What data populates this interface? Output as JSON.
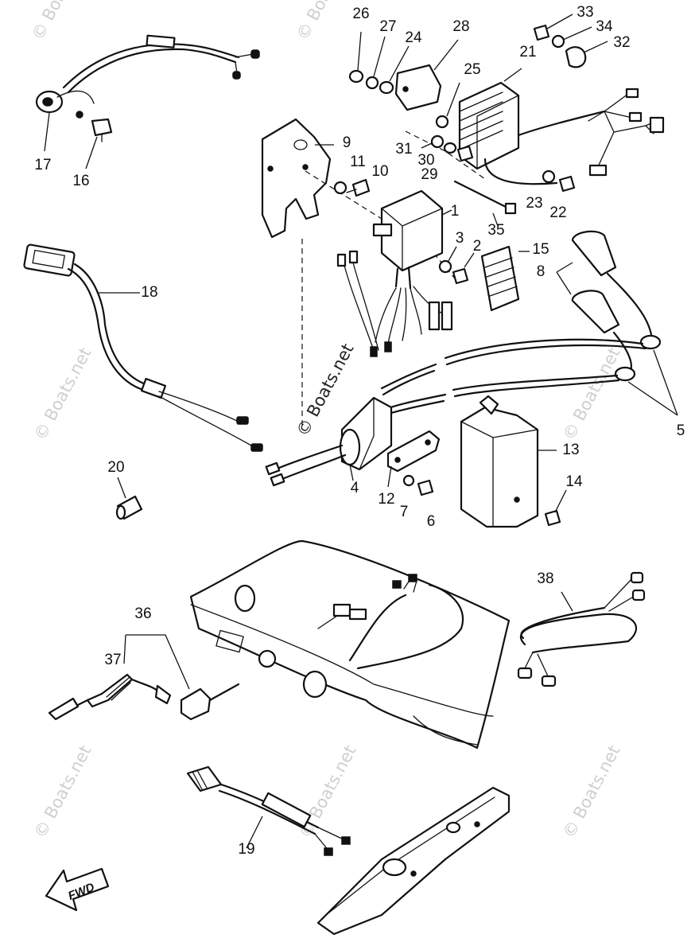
{
  "watermark": {
    "text": "© Boats.net",
    "color": "#cfcfcf"
  },
  "direction_badge": {
    "label": "FWD"
  },
  "callouts": [
    {
      "key": "c26",
      "label": "26"
    },
    {
      "key": "c27",
      "label": "27"
    },
    {
      "key": "c24",
      "label": "24"
    },
    {
      "key": "c28",
      "label": "28"
    },
    {
      "key": "c33",
      "label": "33"
    },
    {
      "key": "c34",
      "label": "34"
    },
    {
      "key": "c32",
      "label": "32"
    },
    {
      "key": "c21",
      "label": "21"
    },
    {
      "key": "c25",
      "label": "25"
    },
    {
      "key": "c9",
      "label": "9"
    },
    {
      "key": "c31",
      "label": "31"
    },
    {
      "key": "c30",
      "label": "30"
    },
    {
      "key": "c29",
      "label": "29"
    },
    {
      "key": "c11",
      "label": "11"
    },
    {
      "key": "c10",
      "label": "10"
    },
    {
      "key": "c1",
      "label": "1"
    },
    {
      "key": "c23",
      "label": "23"
    },
    {
      "key": "c22",
      "label": "22"
    },
    {
      "key": "c35",
      "label": "35"
    },
    {
      "key": "c3",
      "label": "3"
    },
    {
      "key": "c2",
      "label": "2"
    },
    {
      "key": "c15",
      "label": "15"
    },
    {
      "key": "c8",
      "label": "8"
    },
    {
      "key": "c17",
      "label": "17"
    },
    {
      "key": "c16",
      "label": "16"
    },
    {
      "key": "c18",
      "label": "18"
    },
    {
      "key": "c5",
      "label": "5"
    },
    {
      "key": "c13",
      "label": "13"
    },
    {
      "key": "c14",
      "label": "14"
    },
    {
      "key": "c20",
      "label": "20"
    },
    {
      "key": "c4",
      "label": "4"
    },
    {
      "key": "c12",
      "label": "12"
    },
    {
      "key": "c7",
      "label": "7"
    },
    {
      "key": "c6",
      "label": "6"
    },
    {
      "key": "c36",
      "label": "36"
    },
    {
      "key": "c37",
      "label": "37"
    },
    {
      "key": "c38",
      "label": "38"
    },
    {
      "key": "c19",
      "label": "19"
    }
  ]
}
